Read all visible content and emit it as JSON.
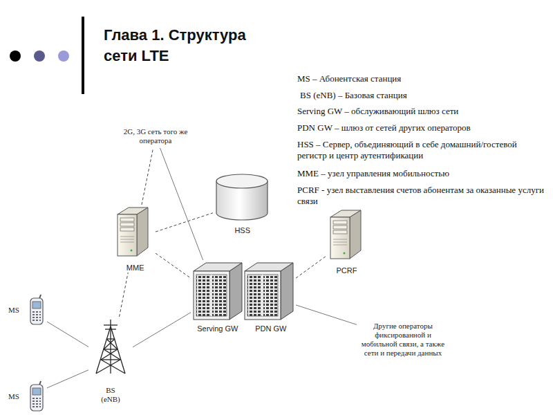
{
  "diagram": {
    "title": "Глава 1. Структура сети LTE",
    "nodes": [
      {
        "text": [
          "2G, 3G сеть того же оператора"
        ]
      },
      {
        "text": [
          "HSS"
        ]
      },
      {
        "text": [
          "MME"
        ]
      },
      {
        "text": [
          "PCRF"
        ]
      },
      {
        "text": [
          "Serving GW"
        ]
      },
      {
        "text": [
          "PDN GW"
        ]
      },
      {
        "text": [
          "MS"
        ]
      },
      {
        "text": [
          "BS (eNB)"
        ]
      },
      {
        "text": [
          "Другие операторы фиксированной и мобильной связи, а также сети и передачи данных"
        ]
      },
      {
        "text": [
          "MS"
        ]
      }
    ],
    "edges": [
      {
        "from": 6,
        "to": 7,
        "arrow": "none"
      },
      {
        "from": 9,
        "to": 7,
        "arrow": "none"
      },
      {
        "from": 7,
        "to": 2,
        "arrow": "none"
      },
      {
        "from": 7,
        "to": 4,
        "arrow": "none"
      },
      {
        "from": 2,
        "to": 1,
        "arrow": "none"
      },
      {
        "from": 2,
        "to": 4,
        "arrow": "none"
      },
      {
        "from": 2,
        "to": 0,
        "arrow": "none"
      },
      {
        "from": 4,
        "to": 0,
        "arrow": "none"
      },
      {
        "from": 5,
        "to": 3,
        "arrow": "none"
      },
      {
        "from": 5,
        "to": 8,
        "arrow": "none"
      }
    ],
    "labels": [
      "MS – Абонентская станция",
      "BS (eNB) – Базовая станция",
      "Serving GW –  обслуживающий шлюз сети",
      "PDN GW – шлюз от сетей других операторов",
      "HSS – Сервер, объединяющий в себе домашний/гостевой регистр и центр аутентификации",
      "MME – узел управления мобильностью",
      "PCRF - узел выставления счетов абонентам за оказанные услуги связи"
    ]
  }
}
